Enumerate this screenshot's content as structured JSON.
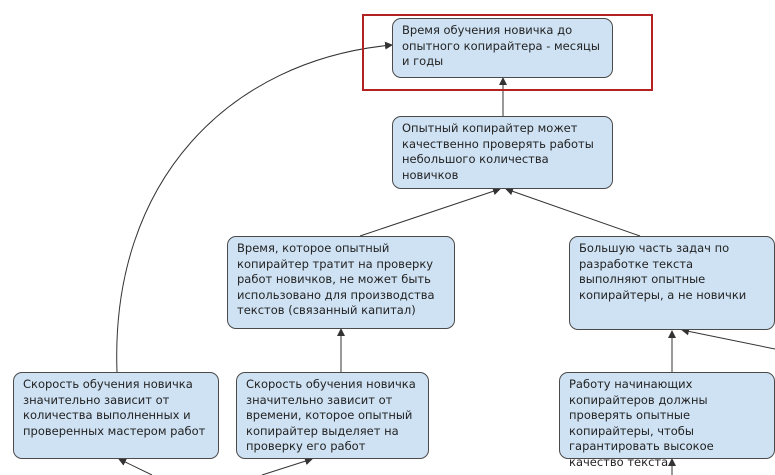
{
  "colors": {
    "node_fill": "#cfe2f3",
    "node_border": "#4a4a4a",
    "edge": "#333333",
    "highlight": "#b22222"
  },
  "nodes": {
    "goal": "Время обучения новичка до опытного копирайтера - месяцы и годы",
    "experienced_check": "Опытный копирайтер может качественно проверять работы небольшого количества новичков",
    "time_tied": "Время, которое опытный копирайтер тратит на проверку работ новичков, не может быть использовано для производства текстов (связанный капитал)",
    "most_tasks": "Большую часть задач по разработке текста выполняют опытные копирайтеры, а не новички",
    "speed_count": "Скорость обучения новичка значительно зависит от количества выполненных и проверенных мастером работ",
    "speed_time": "Скорость обучения новичка значительно зависит от времени, которое опытный копирайтер выделяет на проверку его работ",
    "beginners_work": "Работу начинающих копирайтеров должны проверять опытные копирайтеры, чтобы гарантировать высокое качество текста"
  }
}
